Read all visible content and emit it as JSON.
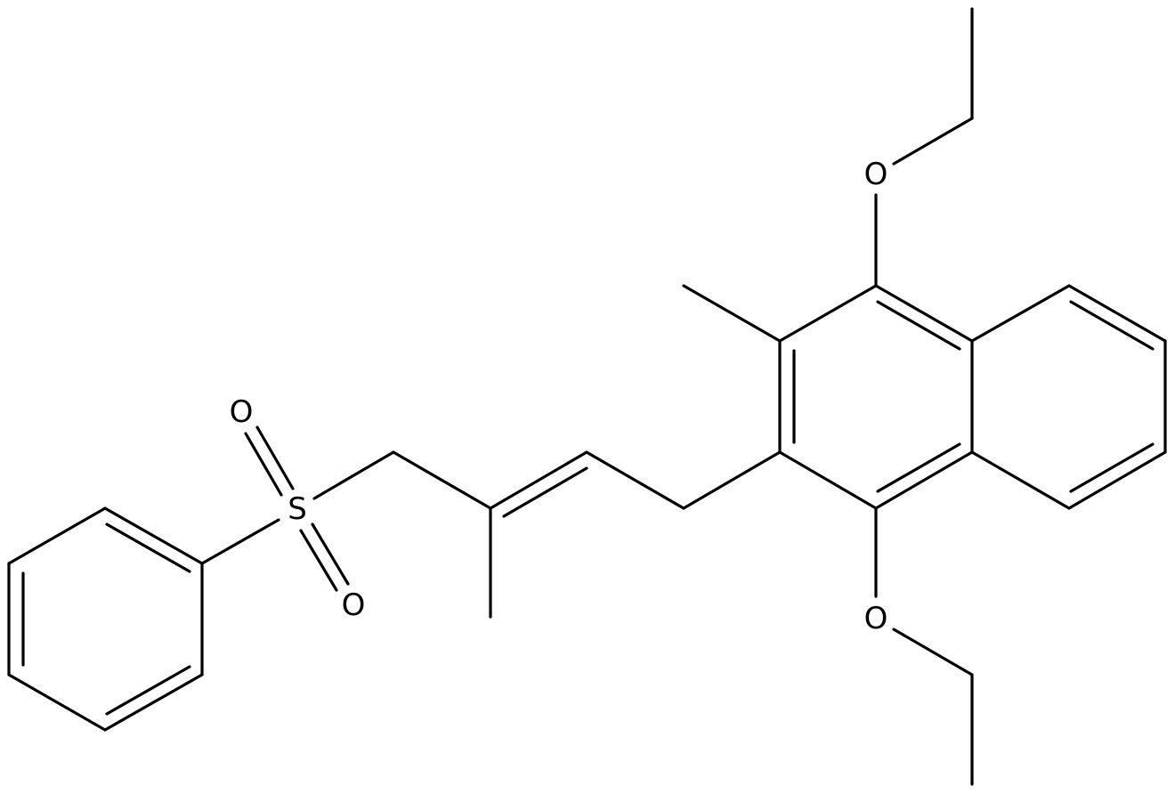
{
  "molecule": {
    "atom_labels": {
      "sulfur": "S",
      "sulfonyl_oxygen_top": "O",
      "sulfonyl_oxygen_bottom": "O",
      "ether_oxygen_top": "O",
      "ether_oxygen_bottom": "O"
    },
    "colors": {
      "bond": "#000000",
      "label": "#000000",
      "background": "#ffffff"
    }
  }
}
